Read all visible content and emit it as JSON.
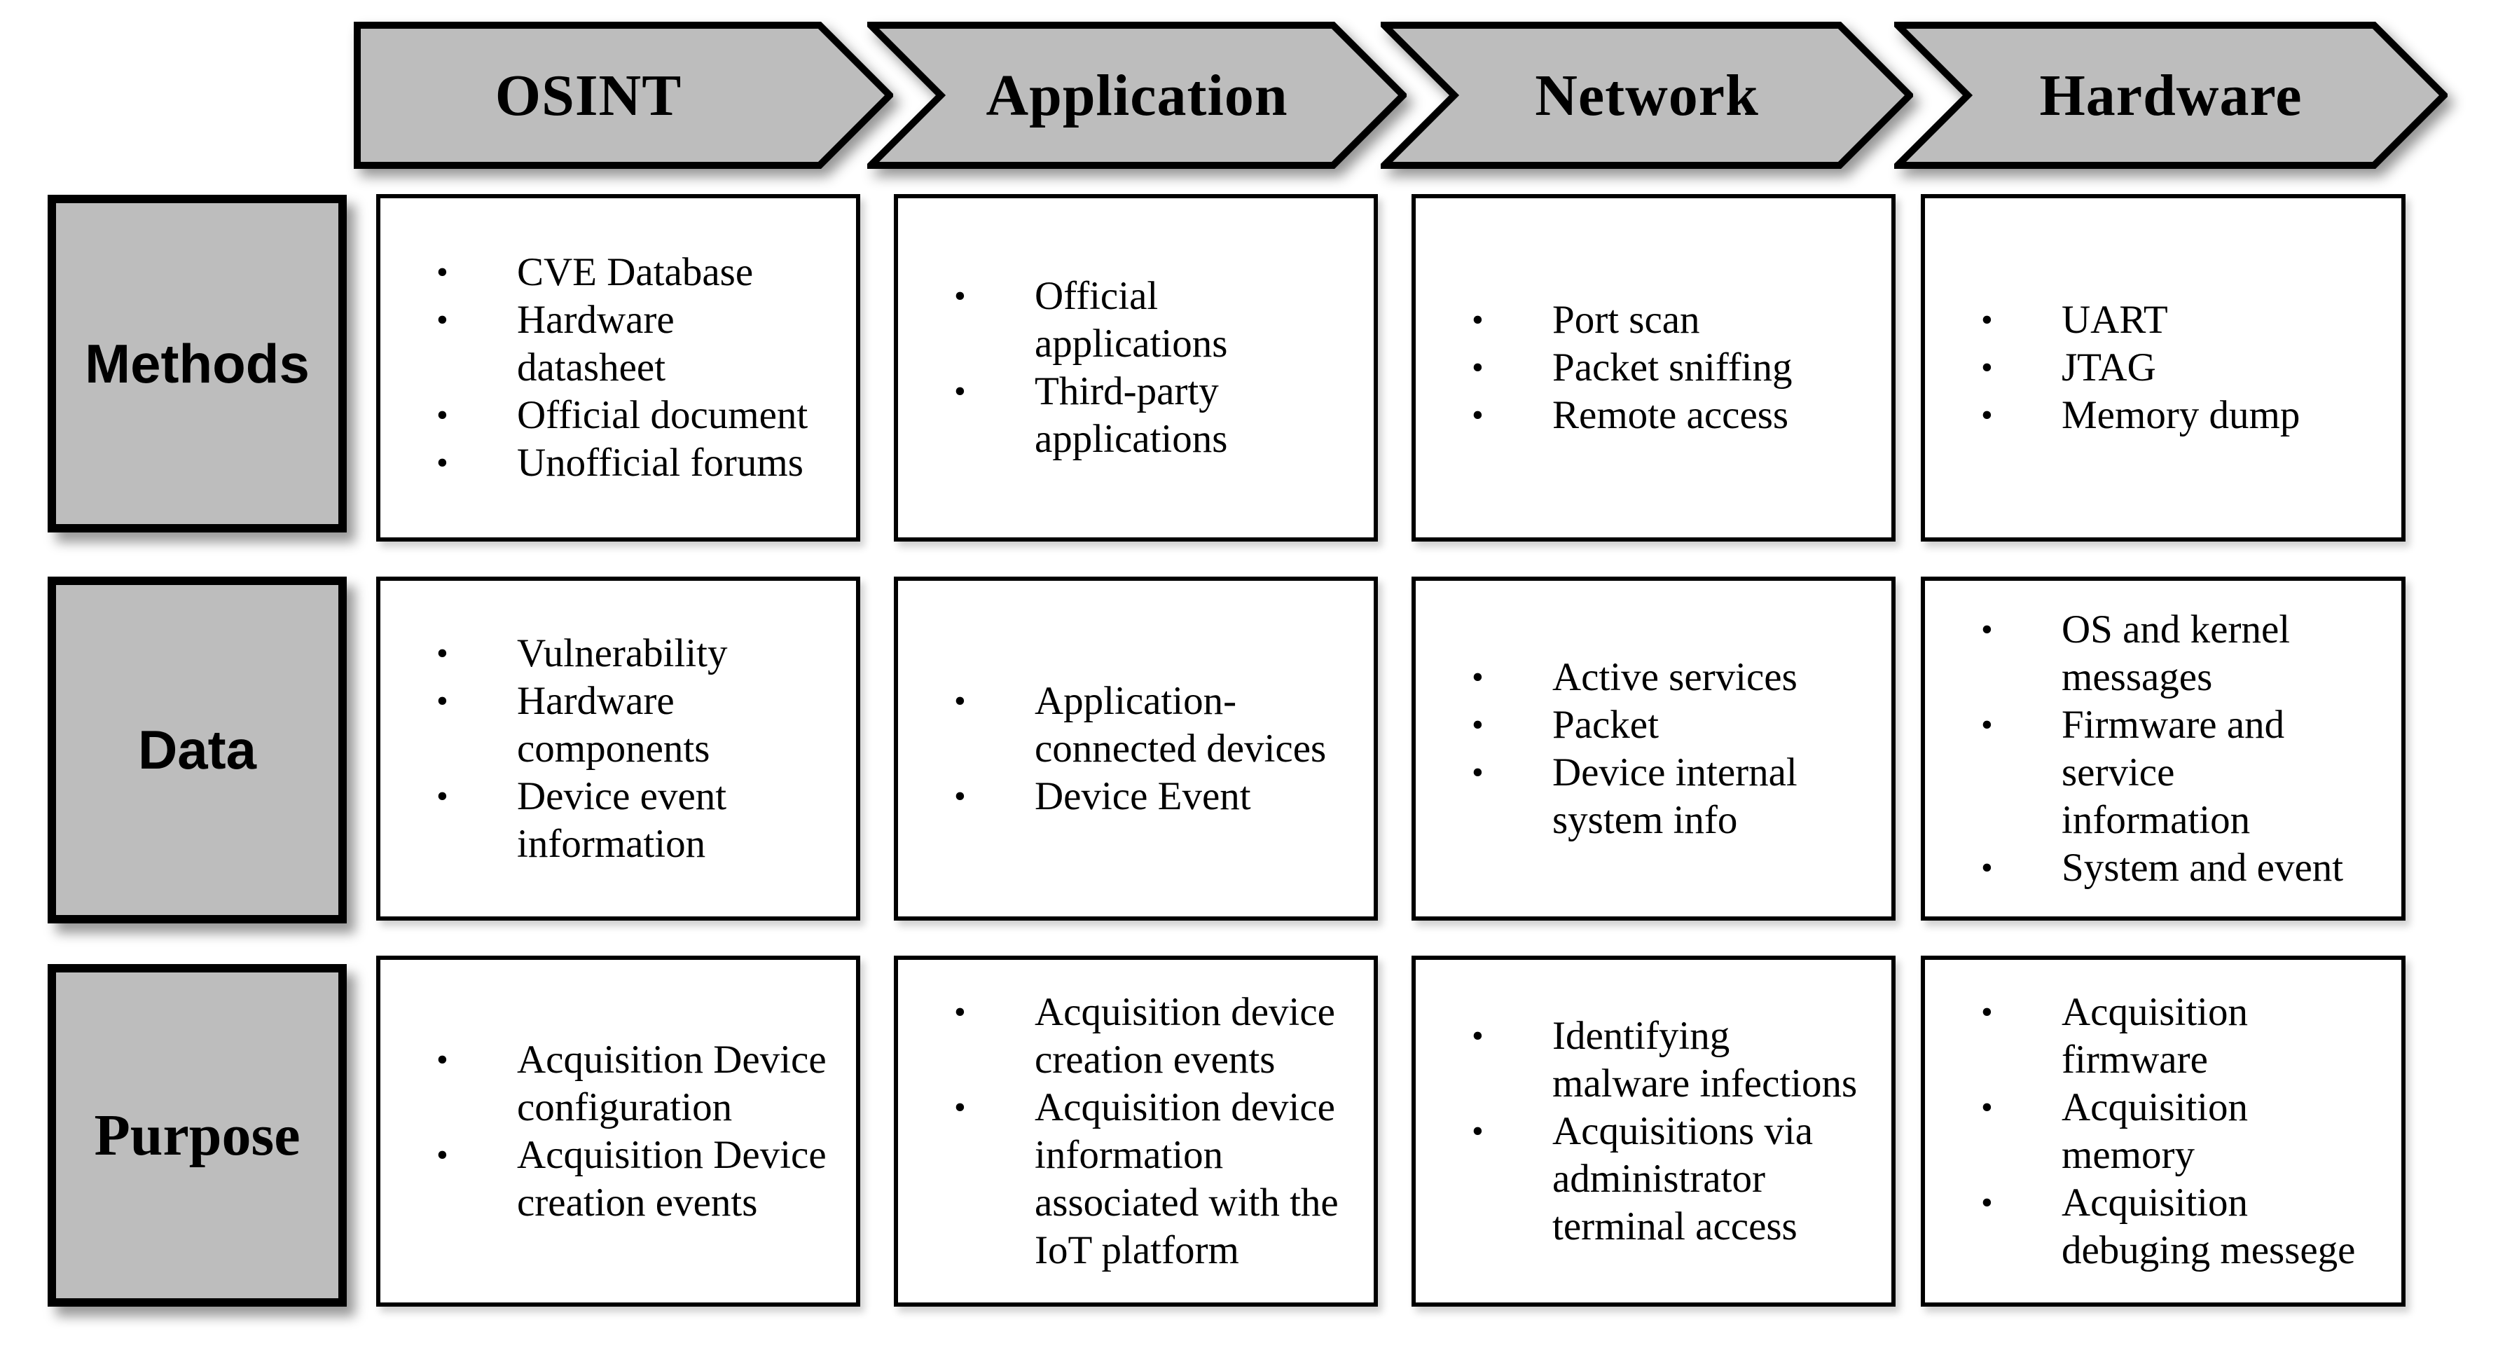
{
  "figure": {
    "bullet_char": "•",
    "colors": {
      "header_fill": "#bdbdbd",
      "border": "#000000",
      "cell_fill": "#ffffff",
      "text": "#000000"
    },
    "columns": [
      {
        "id": "osint",
        "label": "OSINT"
      },
      {
        "id": "application",
        "label": "Application"
      },
      {
        "id": "network",
        "label": "Network"
      },
      {
        "id": "hardware",
        "label": "Hardware"
      }
    ],
    "rows": [
      {
        "id": "methods",
        "label": "Methods"
      },
      {
        "id": "data",
        "label": "Data"
      },
      {
        "id": "purpose",
        "label": "Purpose"
      }
    ],
    "cells": {
      "methods": {
        "osint": [
          "CVE Database",
          "Hardware datasheet",
          "Official document",
          "Unofficial forums"
        ],
        "application": [
          "Official applications",
          "Third-party applications"
        ],
        "network": [
          "Port scan",
          "Packet sniffing",
          "Remote access"
        ],
        "hardware": [
          "UART",
          "JTAG",
          "Memory dump"
        ]
      },
      "data": {
        "osint": [
          "Vulnerability",
          "Hardware components",
          "Device event information"
        ],
        "application": [
          "Application-connected devices",
          "Device Event"
        ],
        "network": [
          "Active services",
          "Packet",
          "Device internal system info"
        ],
        "hardware": [
          "OS and kernel messages",
          "Firmware and service information",
          "System and event"
        ]
      },
      "purpose": {
        "osint": [
          "Acquisition Device configuration",
          "Acquisition Device creation events"
        ],
        "application": [
          "Acquisition device creation events",
          "Acquisition device information associated with the IoT platform"
        ],
        "network": [
          "Identifying malware infections",
          "Acquisitions via administrator terminal access"
        ],
        "hardware": [
          "Acquisition firmware",
          "Acquisition memory",
          "Acquisition debuging messege"
        ]
      }
    }
  }
}
